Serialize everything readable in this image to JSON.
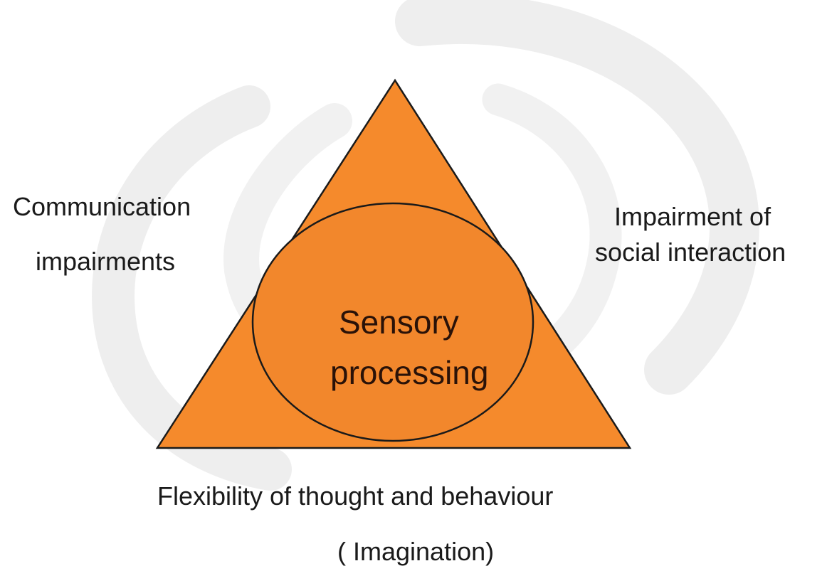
{
  "labels": {
    "left_line1": "Communication",
    "left_line2": "impairments",
    "right_line1": "Impairment of",
    "right_line2": "social interaction",
    "bottom_line1": "Flexibility of thought and behaviour",
    "bottom_line2": "( Imagination)"
  },
  "center": {
    "line1": "Sensory",
    "line2": "processing"
  },
  "colors": {
    "triangle_fill": "#f58a2c",
    "circle_fill": "#f2872c",
    "outline": "#1a1a1a",
    "watermark": "#e8e8e8"
  }
}
